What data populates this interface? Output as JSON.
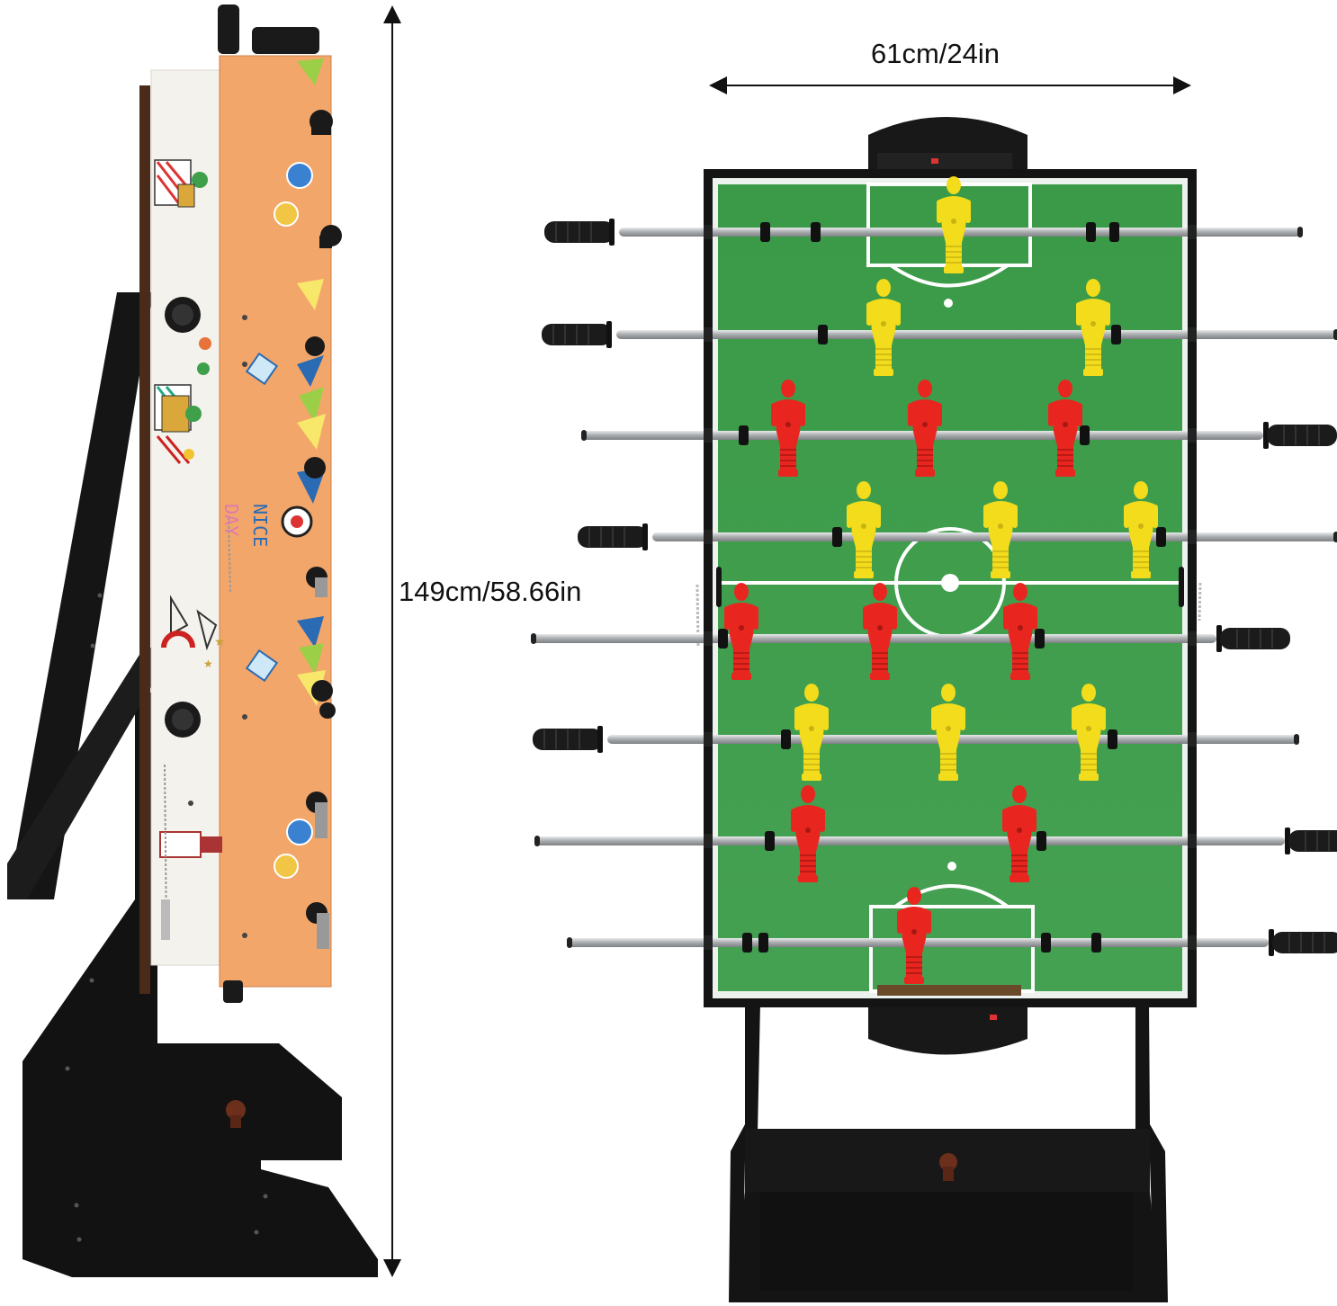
{
  "dimensions": {
    "width_label": "61cm/24in",
    "height_label": "149cm/58.66in"
  },
  "side_panel": {
    "decoration_text": "NICE DAY"
  },
  "colors": {
    "field_green": "#2f9444",
    "field_edge": "#ffffff",
    "panel_orange": "#f3a66a",
    "panel_white": "#f4f2ec",
    "frame_black": "#141414",
    "team_yellow": "#f2dc1c",
    "team_red": "#e8261f",
    "rod_silver": "#b9bcbe"
  }
}
